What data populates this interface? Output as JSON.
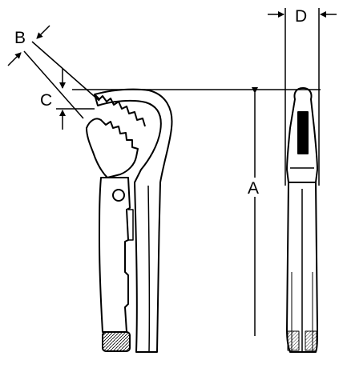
{
  "diagram": {
    "labels": {
      "A": "A",
      "B": "B",
      "C": "C",
      "D": "D"
    },
    "colors": {
      "line": "#000000",
      "background": "#ffffff"
    }
  }
}
